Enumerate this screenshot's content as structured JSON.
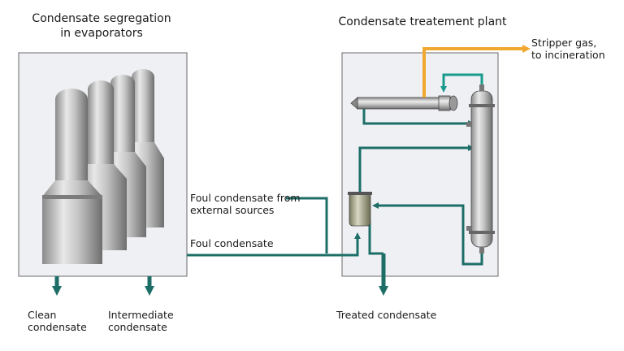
{
  "titles": {
    "evaporators": [
      "Condensate segregation",
      "in evaporators"
    ],
    "plant": "Condensate treatement plant"
  },
  "labels": {
    "stripper_gas": [
      "Stripper gas,",
      "to incineration"
    ],
    "foul_external": [
      "Foul condensate from",
      "external sources"
    ],
    "foul_condensate": "Foul condensate",
    "clean": [
      "Clean",
      "condensate"
    ],
    "intermediate": [
      "Intermediate",
      "condensate"
    ],
    "treated": "Treated condensate"
  },
  "colors": {
    "teal": "#1e6e68",
    "teal_light": "#1a9a8c",
    "orange": "#f0a830",
    "panel": "#eef0f4",
    "panel_border": "#6a6a6a"
  }
}
